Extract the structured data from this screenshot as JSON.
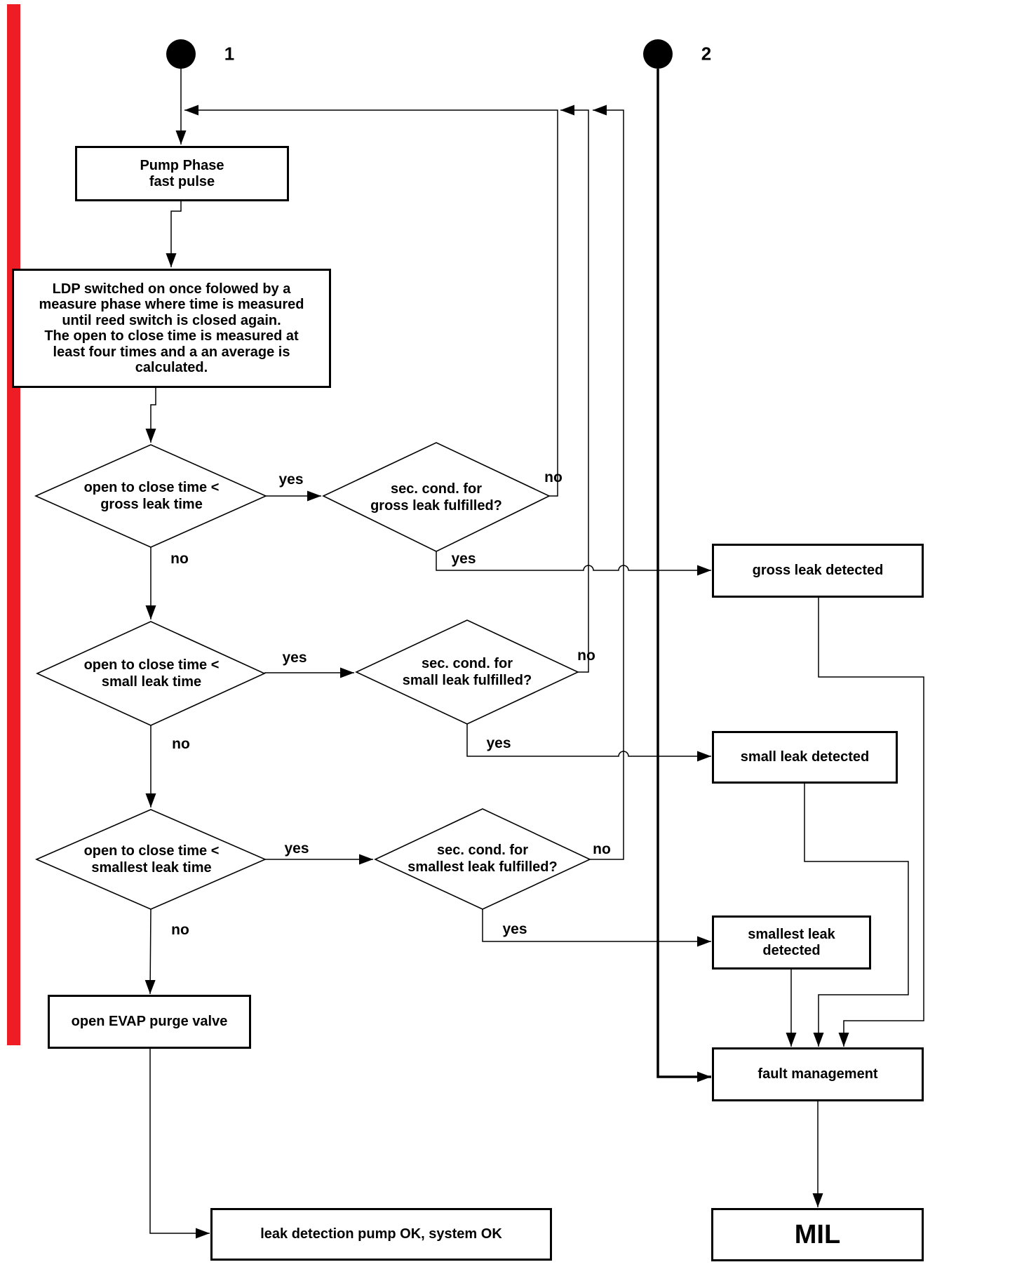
{
  "diagram": {
    "title": "LDP leak detection flowchart",
    "colors": {
      "ink": "#000000",
      "background": "#ffffff",
      "margin_bar": "#ee1c25"
    },
    "start_nodes": [
      {
        "label": "1"
      },
      {
        "label": "2"
      }
    ],
    "nodes": {
      "pump_phase": {
        "line1": "Pump Phase",
        "line2": "fast pulse"
      },
      "ldp_measure": {
        "line1": "LDP switched on once folowed by a",
        "line2": "measure phase where time is measured",
        "line3": "until reed switch is closed again.",
        "line4": "The open to close time is measured at",
        "line5": "least four times and a an average is",
        "line6": "calculated."
      },
      "d_gross_time": {
        "line1": "open to close time  <",
        "line2": "gross leak time"
      },
      "d_gross_cond": {
        "line1": "sec. cond. for",
        "line2": "gross leak fulfilled?"
      },
      "d_small_time": {
        "line1": "open to close time  <",
        "line2": "small leak time"
      },
      "d_small_cond": {
        "line1": "sec. cond. for",
        "line2": "small leak fulfilled?"
      },
      "d_smallest_time": {
        "line1": "open to close time  <",
        "line2": "smallest leak time"
      },
      "d_smallest_cond": {
        "line1": "sec. cond. for",
        "line2": "smallest leak fulfilled?"
      },
      "gross_detected": {
        "label": "gross leak detected"
      },
      "small_detected": {
        "label": "small leak detected"
      },
      "smallest_detected": {
        "line1": "smallest leak",
        "line2": "detected"
      },
      "fault_management": {
        "label": "fault management"
      },
      "open_evap": {
        "label": "open EVAP purge valve"
      },
      "system_ok": {
        "label": "leak detection pump OK, system OK"
      },
      "mil": {
        "label": "MIL"
      }
    },
    "edge_labels": {
      "yes": "yes",
      "no": "no"
    }
  }
}
